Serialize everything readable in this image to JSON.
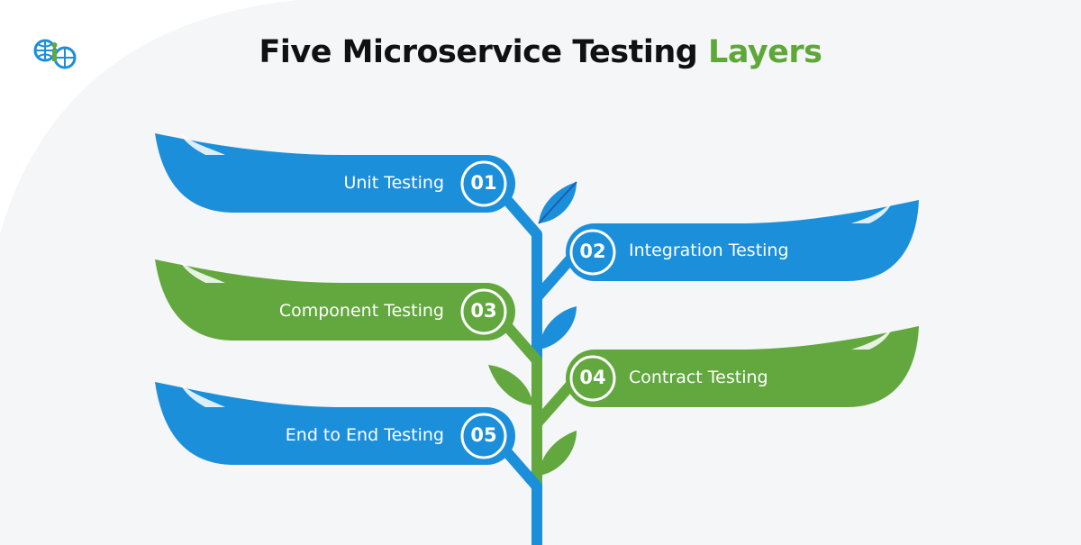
{
  "header": {
    "title_main": "Five Microservice Testing ",
    "title_accent": "Layers"
  },
  "logo": {
    "icon": "globe-i-logo-icon"
  },
  "colors": {
    "blue": "#1c8fdb",
    "blue_dark": "#1c5fb0",
    "green": "#62a83e",
    "green_dark": "#3f8a2a",
    "title_text": "#111111",
    "title_accent": "#5ea83a",
    "background": "#eef1f3"
  },
  "layers": [
    {
      "number": "01",
      "label": "Unit Testing",
      "side": "left",
      "color": "blue"
    },
    {
      "number": "02",
      "label": "Integration Testing",
      "side": "right",
      "color": "blue"
    },
    {
      "number": "03",
      "label": "Component Testing",
      "side": "left",
      "color": "green"
    },
    {
      "number": "04",
      "label": "Contract Testing",
      "side": "right",
      "color": "green"
    },
    {
      "number": "05",
      "label": "End to End Testing",
      "side": "left",
      "color": "blue"
    }
  ]
}
